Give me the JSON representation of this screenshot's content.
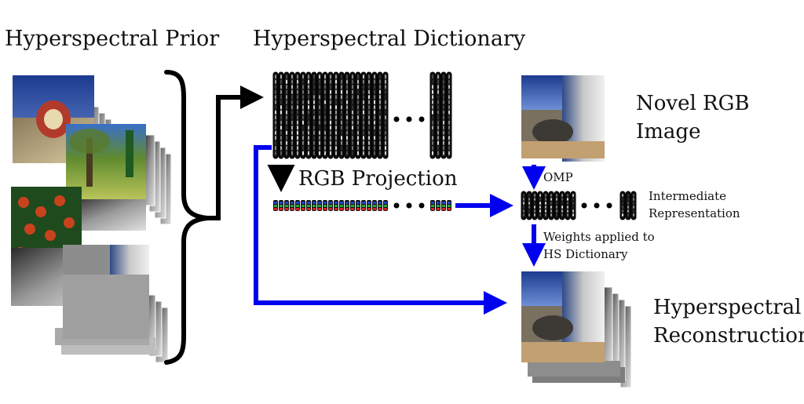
{
  "labels": {
    "prior": "Hyperspectral Prior",
    "dictionary": "Hyperspectral Dictionary",
    "rgb_projection": "RGB Projection",
    "novel_rgb": [
      "Novel RGB",
      "Image"
    ],
    "omp": "OMP",
    "intermediate": [
      "Intermediate",
      "Representation"
    ],
    "weights": [
      "Weights applied to",
      "HS Dictionary"
    ],
    "reconstruction": [
      "Hyperspectral",
      "Reconstruction"
    ]
  },
  "colors": {
    "arrow_black": "#000000",
    "arrow_blue": "#0000ee",
    "sky": "#2a4a9e",
    "foliage": "#3a6a22",
    "flowers": "#c8421e"
  },
  "icons": {
    "brace": "curly-brace",
    "ellipsis": "dots"
  }
}
